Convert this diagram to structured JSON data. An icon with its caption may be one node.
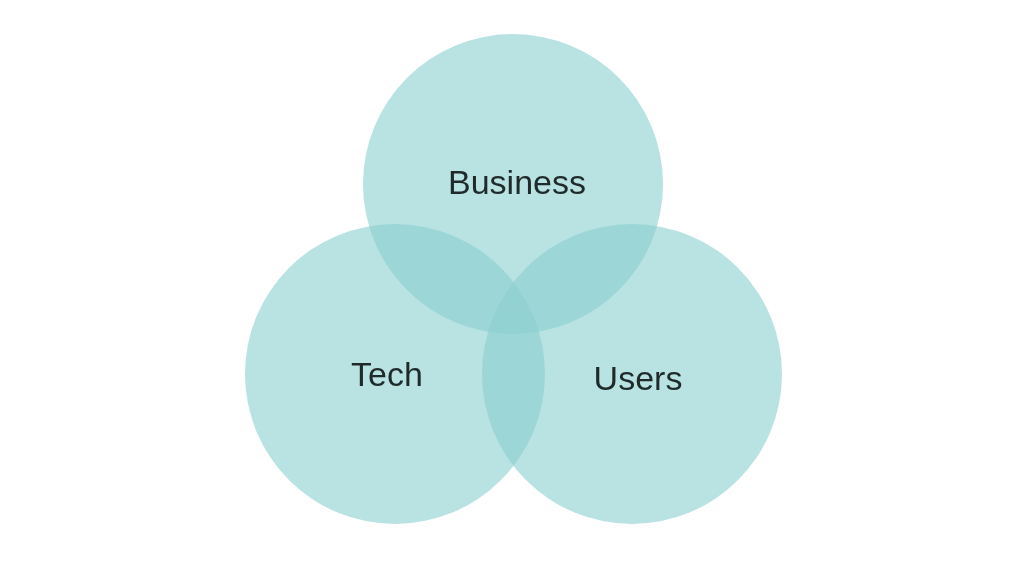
{
  "diagram": {
    "nodes": [
      {
        "text": [
          "Business"
        ]
      },
      {
        "text": [
          "Tech"
        ]
      },
      {
        "text": [
          "Users"
        ]
      }
    ]
  }
}
